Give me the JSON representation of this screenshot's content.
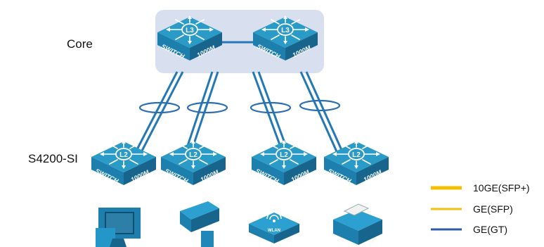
{
  "labels": {
    "core": "Core",
    "access": "S4200-SI"
  },
  "switches": {
    "core_badge": "L3",
    "access_badge": "L2",
    "word": "SWITCH",
    "speed": "1000M"
  },
  "legend": [
    {
      "label": "10GE(SFP+)",
      "color": "#f5c000"
    },
    {
      "label": "GE(SFP)",
      "color": "#f0c010"
    },
    {
      "label": "GE(GT)",
      "color": "#2e5aa8"
    }
  ],
  "wlan_text": "WLAN",
  "colors": {
    "core_area": "#d8e0f0",
    "switch_top": "#2a9bc6",
    "switch_side": "#1c6f9a",
    "link": "#2478b6",
    "lag_ring": "#2e6fb0",
    "device": "#2b93c3"
  }
}
